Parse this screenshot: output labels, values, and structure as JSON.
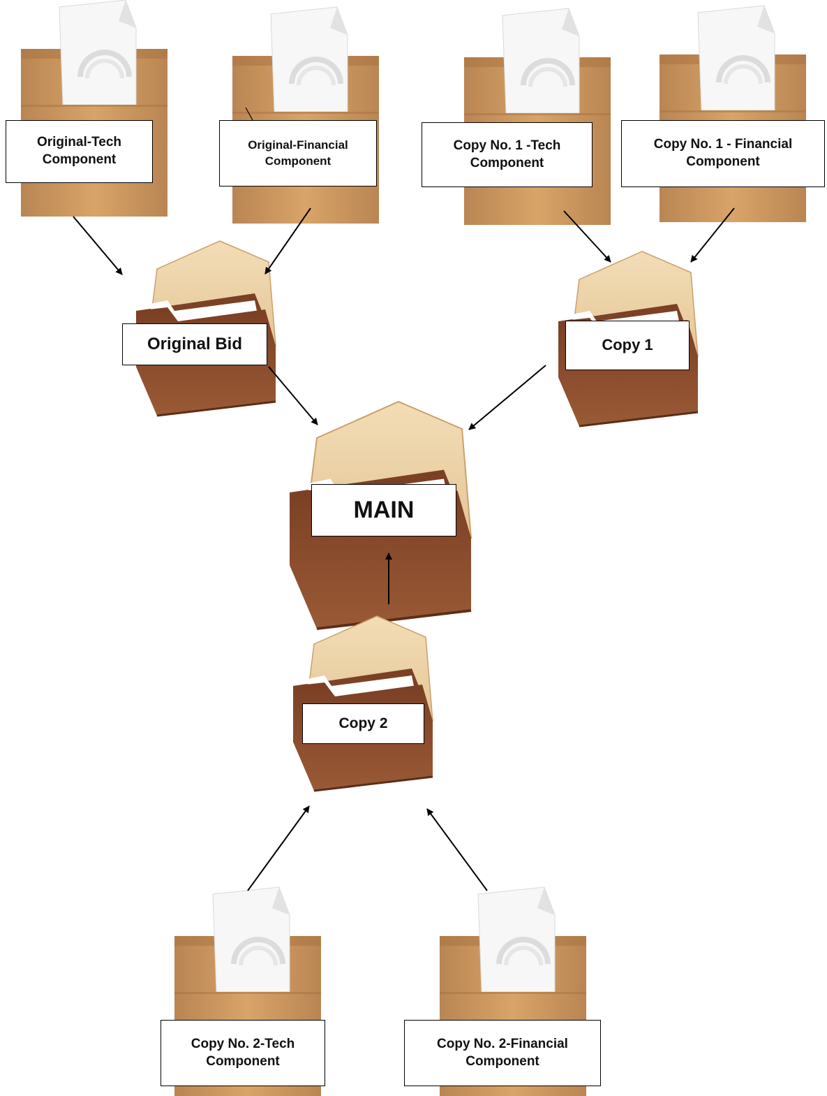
{
  "nodes": {
    "original_tech": {
      "label": "Original-Tech\nComponent"
    },
    "original_financial": {
      "label": "Original-Financial\nComponent"
    },
    "copy1_tech": {
      "label": "Copy No. 1 -Tech\nComponent"
    },
    "copy1_financial": {
      "label": "Copy No. 1 - Financial\nComponent"
    },
    "original_bid": {
      "label": "Original Bid"
    },
    "copy1": {
      "label": "Copy 1"
    },
    "main": {
      "label": "MAIN"
    },
    "copy2": {
      "label": "Copy 2"
    },
    "copy2_tech": {
      "label": "Copy No. 2-Tech\nComponent"
    },
    "copy2_financial": {
      "label": "Copy No. 2-Financial\nComponent"
    }
  },
  "edges": [
    {
      "from": "original_tech",
      "to": "original_bid"
    },
    {
      "from": "original_financial",
      "to": "original_bid"
    },
    {
      "from": "copy1_tech",
      "to": "copy1"
    },
    {
      "from": "copy1_financial",
      "to": "copy1"
    },
    {
      "from": "original_bid",
      "to": "main"
    },
    {
      "from": "copy1",
      "to": "main"
    },
    {
      "from": "copy2",
      "to": "main"
    },
    {
      "from": "copy2_tech",
      "to": "copy2"
    },
    {
      "from": "copy2_financial",
      "to": "copy2"
    }
  ],
  "colors": {
    "kraft": "#c9945c",
    "kraft_dark": "#b07a44",
    "paper": "#f4f4f4",
    "leather": "#8a4a2c",
    "leather_dark": "#6e3820",
    "flap": "#e9cfa3",
    "arrow": "#000000"
  }
}
